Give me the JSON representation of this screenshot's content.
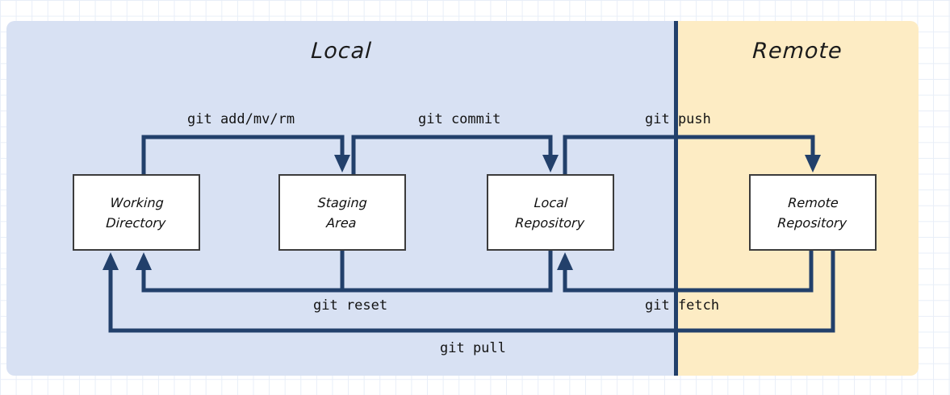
{
  "diagram": {
    "title": "Git workflow diagram",
    "colors": {
      "local_panel": "#d8e1f3",
      "remote_panel": "#fdecc4",
      "wire": "#22406b",
      "node_fill": "#ffffff",
      "node_border": "#3c3c3c",
      "grid": "#e8eef8"
    },
    "zones": [
      {
        "key": "local",
        "title": "Local"
      },
      {
        "key": "remote",
        "title": "Remote"
      }
    ],
    "nodes": [
      {
        "key": "working_directory",
        "label": "Working\nDirectory",
        "zone": "local"
      },
      {
        "key": "staging_area",
        "label": "Staging\nArea",
        "zone": "local"
      },
      {
        "key": "local_repository",
        "label": "Local\nRepository",
        "zone": "local"
      },
      {
        "key": "remote_repository",
        "label": "Remote\nRepository",
        "zone": "remote"
      }
    ],
    "edges": [
      {
        "key": "add",
        "label": "git add/mv/rm",
        "from": "working_directory",
        "to": "staging_area"
      },
      {
        "key": "commit",
        "label": "git commit",
        "from": "staging_area",
        "to": "local_repository"
      },
      {
        "key": "push",
        "label": "git push",
        "from": "local_repository",
        "to": "remote_repository"
      },
      {
        "key": "reset",
        "label": "git reset",
        "from": "local_repository",
        "to": "working_directory"
      },
      {
        "key": "fetch",
        "label": "git fetch",
        "from": "remote_repository",
        "to": "local_repository"
      },
      {
        "key": "pull",
        "label": "git pull",
        "from": "remote_repository",
        "to": "working_directory"
      }
    ]
  }
}
